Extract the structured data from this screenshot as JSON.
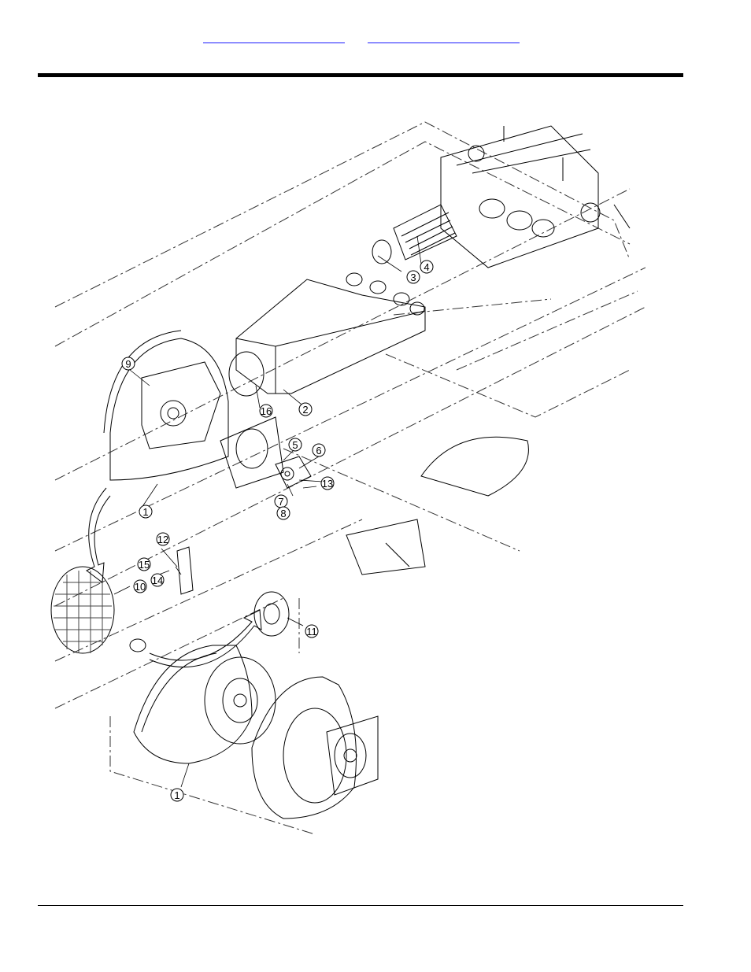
{
  "header": {
    "links": [
      {
        "id": "link-a",
        "text": ""
      },
      {
        "id": "link-b",
        "text": ""
      }
    ]
  },
  "drawing": {
    "callouts": [
      {
        "id": "c1a",
        "label": "1"
      },
      {
        "id": "c1b",
        "label": "1"
      },
      {
        "id": "c2",
        "label": "2"
      },
      {
        "id": "c3",
        "label": "3"
      },
      {
        "id": "c4",
        "label": "4"
      },
      {
        "id": "c5",
        "label": "5"
      },
      {
        "id": "c6",
        "label": "6"
      },
      {
        "id": "c7",
        "label": "7"
      },
      {
        "id": "c8",
        "label": "8"
      },
      {
        "id": "c9",
        "label": "9"
      },
      {
        "id": "c10",
        "label": "10"
      },
      {
        "id": "c11",
        "label": "11"
      },
      {
        "id": "c12",
        "label": "12"
      },
      {
        "id": "c13",
        "label": "13"
      },
      {
        "id": "c14",
        "label": "14"
      },
      {
        "id": "c15",
        "label": "15"
      },
      {
        "id": "c16",
        "label": "16"
      }
    ]
  }
}
